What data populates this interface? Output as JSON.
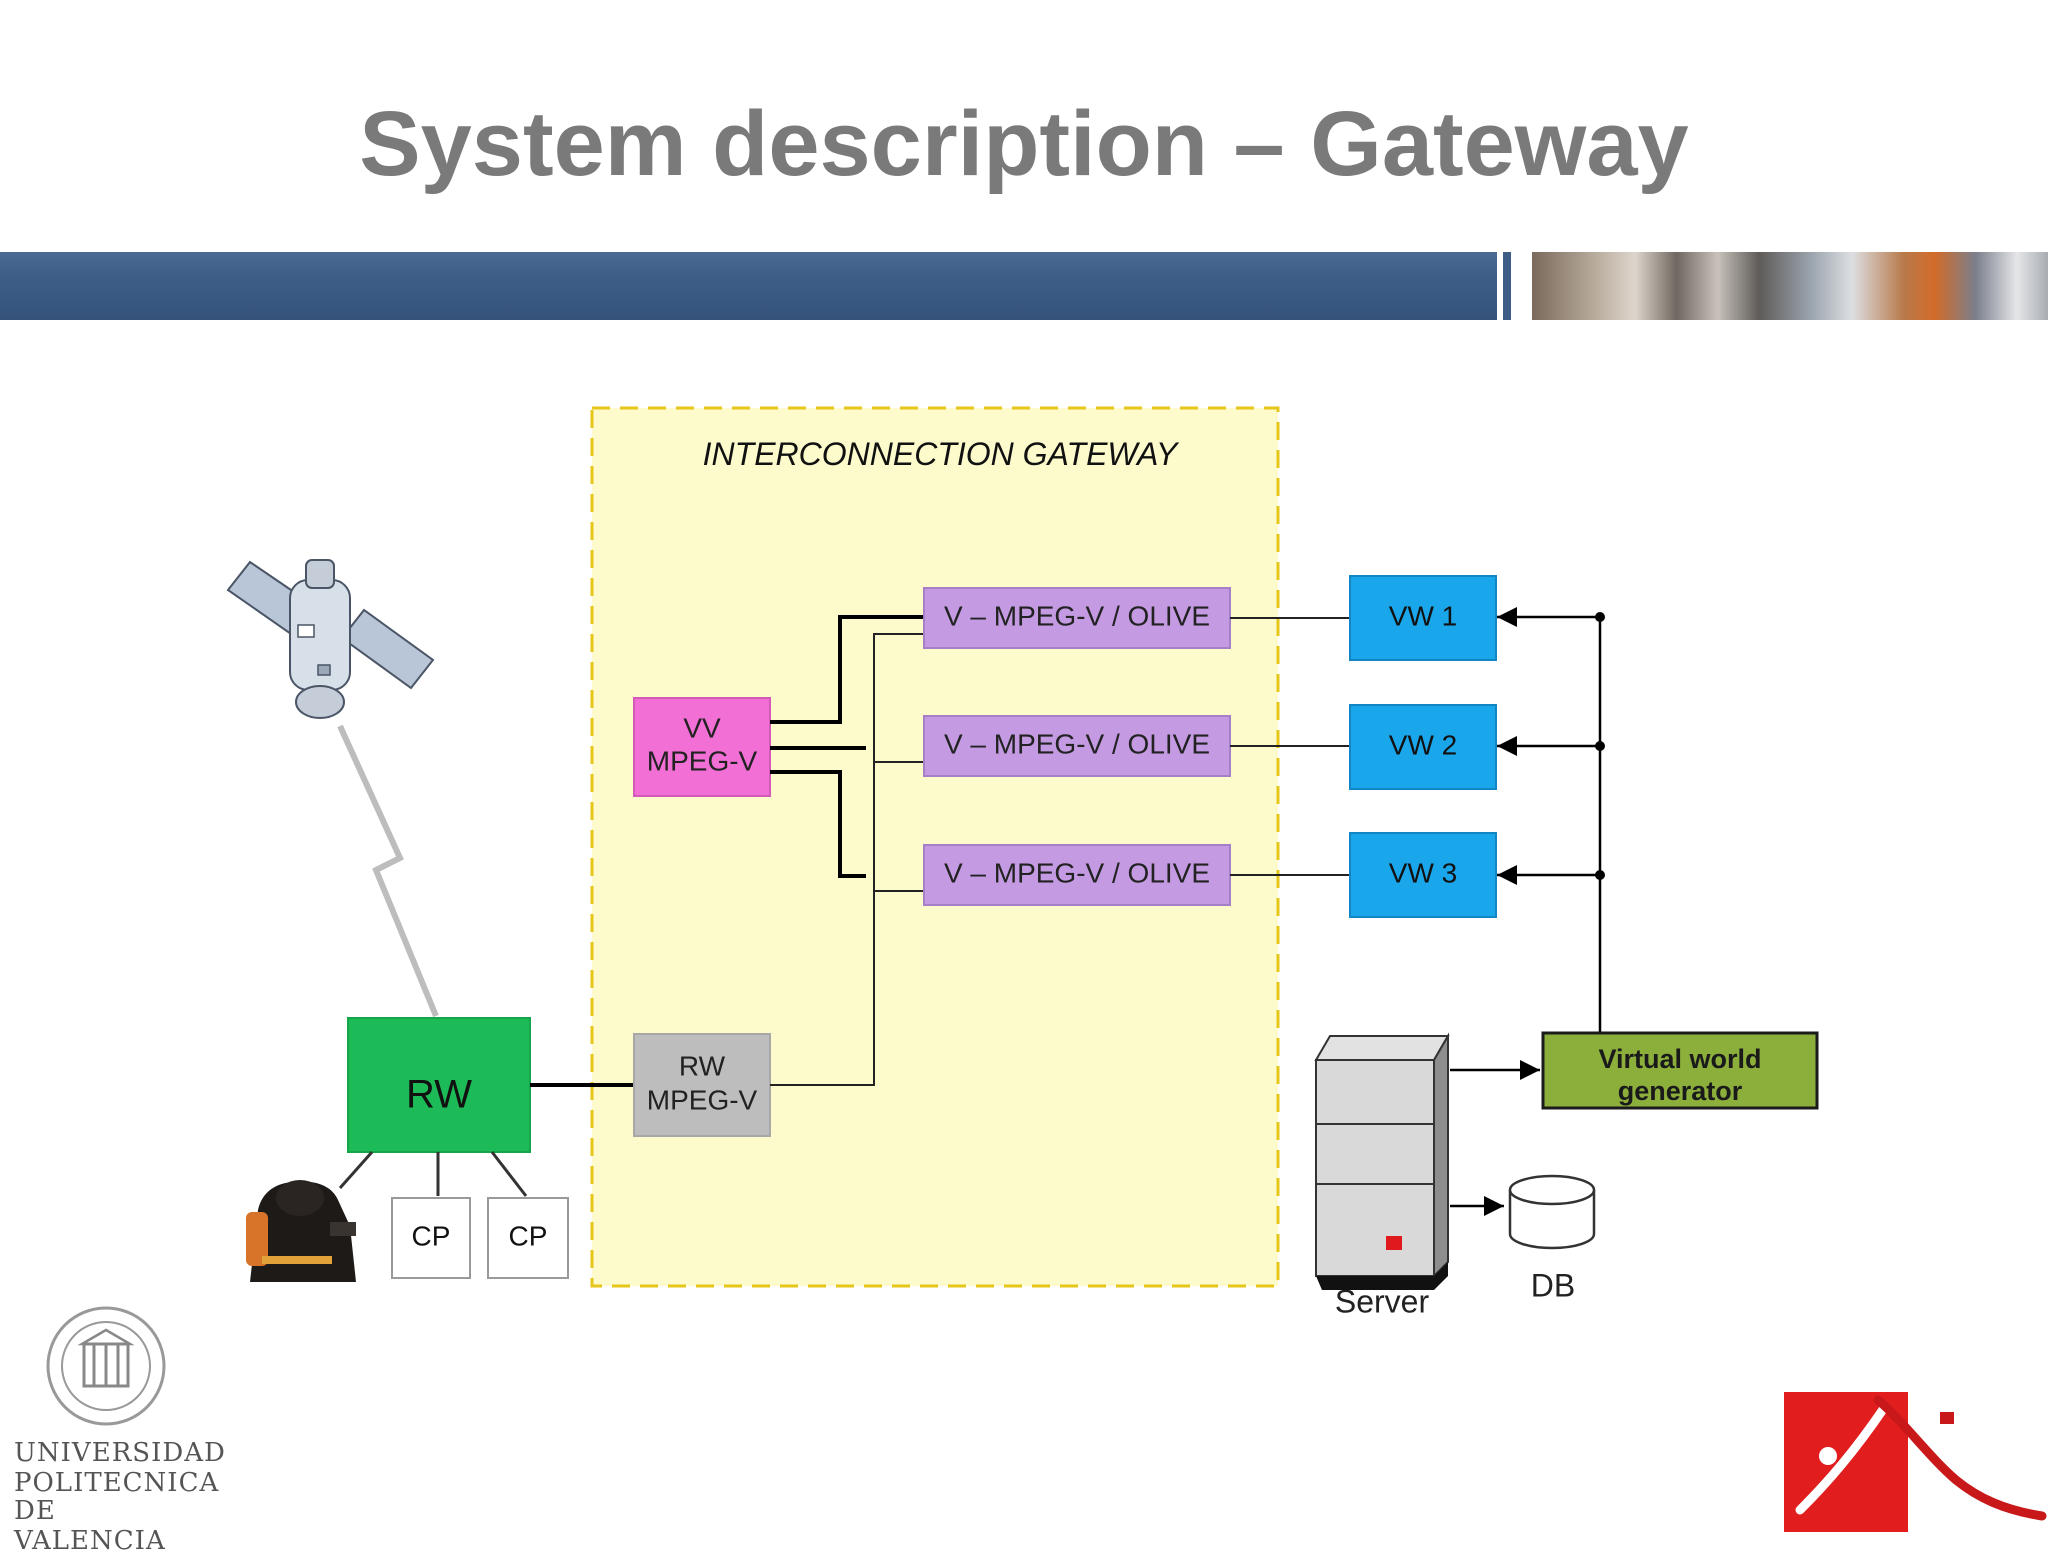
{
  "slide": {
    "title": "System description – Gateway"
  },
  "diagram": {
    "gateway_title": "INTERCONNECTION GATEWAY",
    "vv_box": {
      "line1": "VV",
      "line2": "MPEG-V"
    },
    "rw_mpegv_box": {
      "line1": "RW",
      "line2": "MPEG-V"
    },
    "olive_boxes": [
      {
        "label": "V – MPEG-V / OLIVE"
      },
      {
        "label": "V – MPEG-V / OLIVE"
      },
      {
        "label": "V – MPEG-V / OLIVE"
      }
    ],
    "vw_boxes": [
      {
        "label": "VW 1"
      },
      {
        "label": "VW 2"
      },
      {
        "label": "VW 3"
      }
    ],
    "rw_box": {
      "label": "RW"
    },
    "cp_boxes": [
      {
        "label": "CP"
      },
      {
        "label": "CP"
      }
    ],
    "generator_box": {
      "line1": "Virtual world",
      "line2": "generator"
    },
    "server_label": "Server",
    "db_label": "DB",
    "colors": {
      "gateway_fill": "#fdfbcc",
      "gateway_border": "#e6c619",
      "vv_fill": "#f26fd6",
      "olive_fill": "#c49be3",
      "vw_fill": "#1aa6ea",
      "rw_fill": "#1cbb57",
      "rw_mpegv_fill": "#bdbdbd",
      "generator_fill": "#8caf3c",
      "band": "#3d5d87",
      "title": "#7a7a7a"
    }
  },
  "footer": {
    "university_lines": [
      "UNIVERSIDAD",
      "POLITECNICA",
      "DE  VALENCIA"
    ]
  }
}
